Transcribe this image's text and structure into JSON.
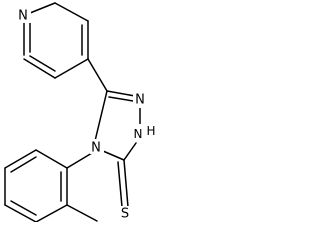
{
  "molecule": {
    "atoms": {
      "pyridine_n": "N",
      "triazole_n1": "N",
      "triazole_nh": "N",
      "triazole_nh_h": "H",
      "triazole_n4": "N",
      "thione_s": "S"
    }
  }
}
